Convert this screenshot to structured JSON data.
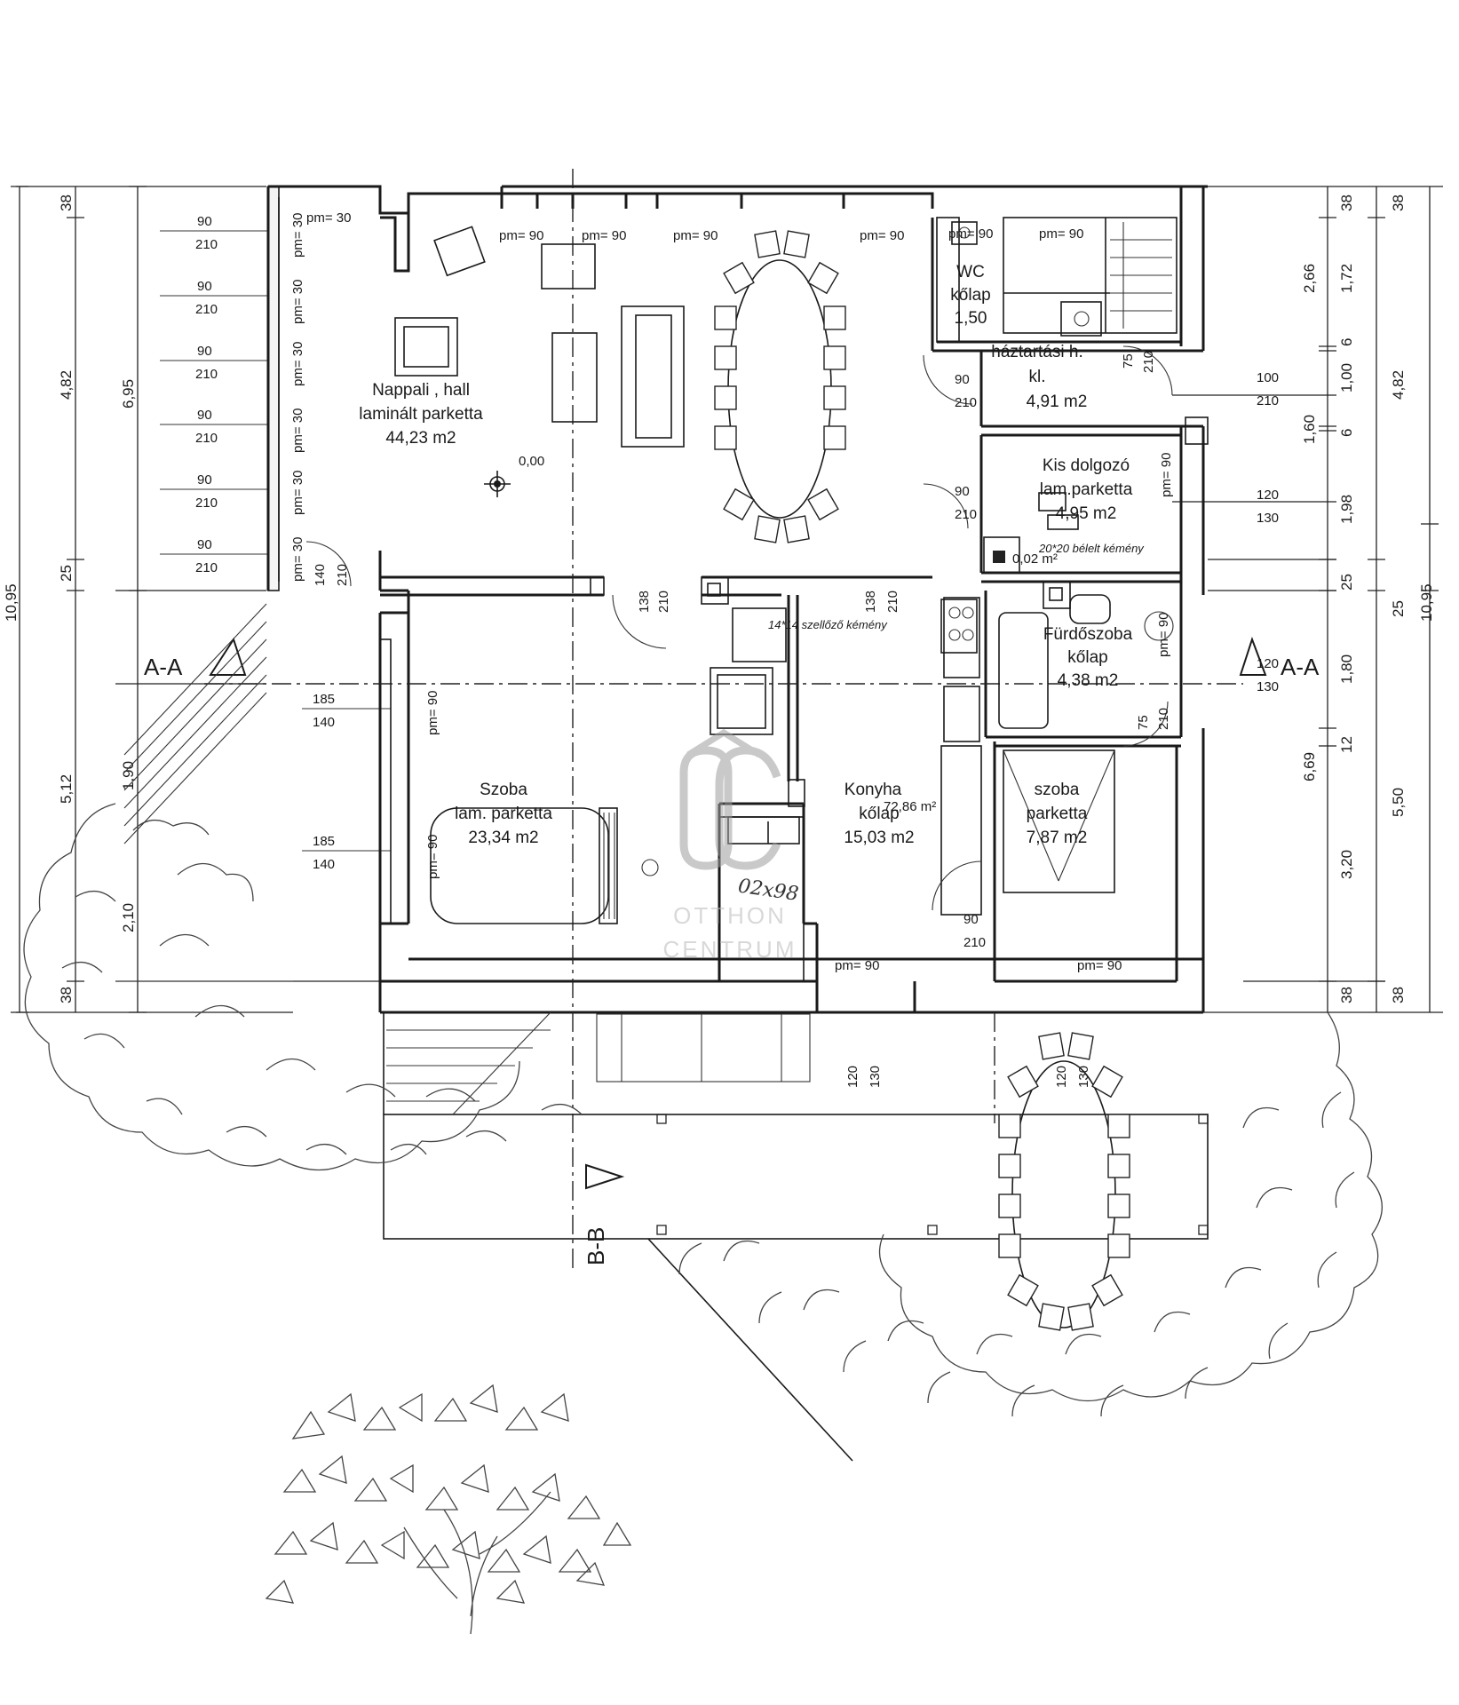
{
  "rooms": {
    "nappali": {
      "name": "Nappali , hall",
      "floor": "laminált parketta",
      "area": "44,23 m2"
    },
    "wc": {
      "name": "WC",
      "floor": "kőlap",
      "area": "1,50"
    },
    "haztartasi": {
      "name": "háztartási h.",
      "floor": "kl.",
      "area": "4,91 m2"
    },
    "dolgozo": {
      "name": "Kis dolgozó",
      "floor": "lam.parketta",
      "area": "4,95 m2"
    },
    "furdo": {
      "name": "Fürdőszoba",
      "floor": "kőlap",
      "area": "4,38 m2"
    },
    "szoba1": {
      "name": "Szoba",
      "floor": "lam. parketta",
      "area": "23,34 m2"
    },
    "konyha": {
      "name": "Konyha",
      "floor": "kőlap",
      "area": "15,03 m2"
    },
    "szoba2": {
      "name": "szoba",
      "floor": "parketta",
      "area": "7,87 m2"
    }
  },
  "notes": {
    "elevation": "0,00",
    "chimney_vent": "14*14 szellőző kémény",
    "chimney_lined": "20*20 bélelt kémény",
    "kitchen_extra": "72,86 m²",
    "chimney_area": "0,02 m²",
    "handwritten": "02x98"
  },
  "sections": {
    "aa": "A-A",
    "bb": "B-B"
  },
  "pm": {
    "p30": "pm= 30",
    "p90": "pm= 90"
  },
  "openings": {
    "w90": "90",
    "w210": "210",
    "w100": "100",
    "w120": "120",
    "w130": "130",
    "w185": "185",
    "w140": "140",
    "w138": "138",
    "w75": "75"
  },
  "dims_left": {
    "outer_total": "10,95",
    "outer_top": "6,95",
    "outer_bottom": "5,12",
    "inner_38a": "38",
    "inner_482": "4,82",
    "inner_25": "25",
    "inner_190": "1,90",
    "inner_210": "2,10",
    "inner_38b": "38"
  },
  "dims_right": {
    "outer_total": "10,95",
    "outer_482": "4,82",
    "outer_25": "25",
    "outer_550": "5,50",
    "mid_38": "38",
    "mid_266": "2,66",
    "mid_160": "1,60",
    "mid_25": "25",
    "mid_669": "6,69",
    "mid_38b": "38",
    "in_38": "38",
    "in_172": "1,72",
    "in_6": "6",
    "in_100": "1,00",
    "in_6b": "6",
    "in_198": "1,98",
    "in_180": "1,80",
    "in_12": "12",
    "in_320": "3,20",
    "in_38b": "38"
  },
  "watermark": {
    "line1": "OTTHON",
    "line2": "CENTRUM"
  }
}
